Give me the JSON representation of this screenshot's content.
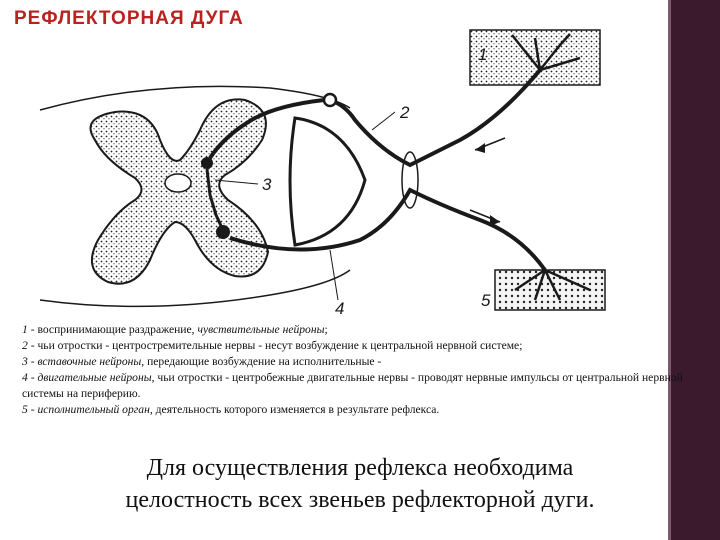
{
  "title": "РЕФЛЕКТОРНАЯ ДУГА",
  "labels": [
    "1",
    "2",
    "3",
    "4",
    "5"
  ],
  "caption": [
    {
      "num": "1",
      "a": " - воспринимающие раздражение, ",
      "b": "чувствительные нейроны",
      "c": ";"
    },
    {
      "num": "2",
      "a": " - чьи отростки - центростремительные нервы - несут возбуждение к центральной нервной системе;",
      "b": "",
      "c": ""
    },
    {
      "num": "3",
      "a": " - ",
      "b": "вставочные нейроны",
      "c": ", передающие возбуждение на исполнительные -"
    },
    {
      "num": "4",
      "a": " - ",
      "b": "двигательные нейроны",
      "c": ", чьи отростки - центробежные двигательные нервы - проводят нервные импульсы от центральной нервной системы на периферию."
    },
    {
      "num": "5",
      "a": " - ",
      "b": "исполнительный орган",
      "c": ", деятельность которого изменяется в результате рефлекса."
    }
  ],
  "conclusion": {
    "line1": "Для осуществления рефлекса необходима",
    "line2": "целостность всех звеньев рефлекторной дуги."
  },
  "colors": {
    "title": "#b8231f",
    "sidebar": "#3b1a2e",
    "ink": "#1a1a1a"
  }
}
